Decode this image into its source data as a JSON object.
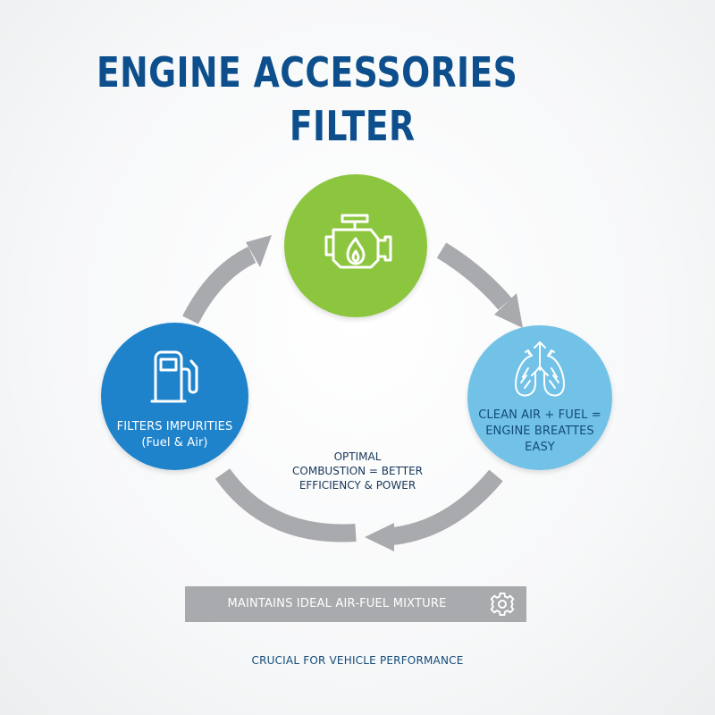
{
  "title": {
    "line1": "ENGINE ACCESSORIES",
    "line2": "FILTER"
  },
  "cycle": {
    "engine": {
      "icon": "engine-icon"
    },
    "filter": {
      "icon": "fuel-pump-icon",
      "line1": "FILTERS IMPURITIES",
      "line2": "(Fuel & Air)"
    },
    "lungs": {
      "icon": "lungs-icon",
      "line1": "CLEAN AIR + FUEL =",
      "line2": "ENGINE BREATTES",
      "line3": "EASY"
    },
    "center": {
      "line1": "OPTIMAL",
      "line2": "COMBUSTION = BETTER",
      "line3": "EFFICIENCY & POWER"
    }
  },
  "banner": {
    "text": "MAINTAINS IDEAL AIR-FUEL MIXTURE",
    "icon": "gear-icon"
  },
  "footer": {
    "text": "CRUCIAL FOR VEHICLE PERFORMANCE"
  },
  "colors": {
    "title": "#0d4f8c",
    "engine_circle": "#8cc63f",
    "filter_circle": "#1f83cc",
    "lungs_circle": "#72c2e8",
    "arrows": "#a8aaad",
    "banner": "#a8aaad"
  }
}
